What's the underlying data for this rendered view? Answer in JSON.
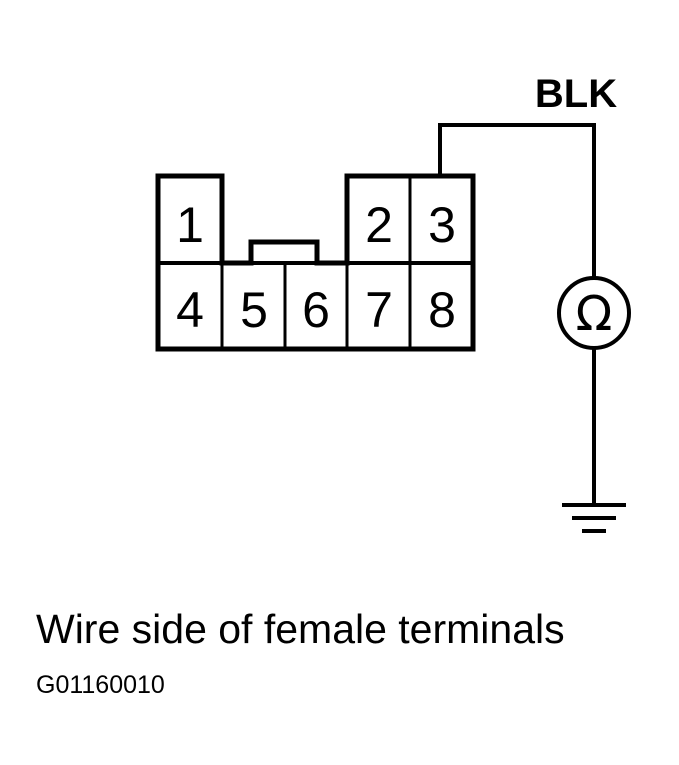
{
  "wire_color": "BLK",
  "meter_symbol": "Ω",
  "pins": [
    "1",
    "2",
    "3",
    "4",
    "5",
    "6",
    "7",
    "8"
  ],
  "caption": "Wire side of female terminals",
  "figure_code": "G01160010"
}
